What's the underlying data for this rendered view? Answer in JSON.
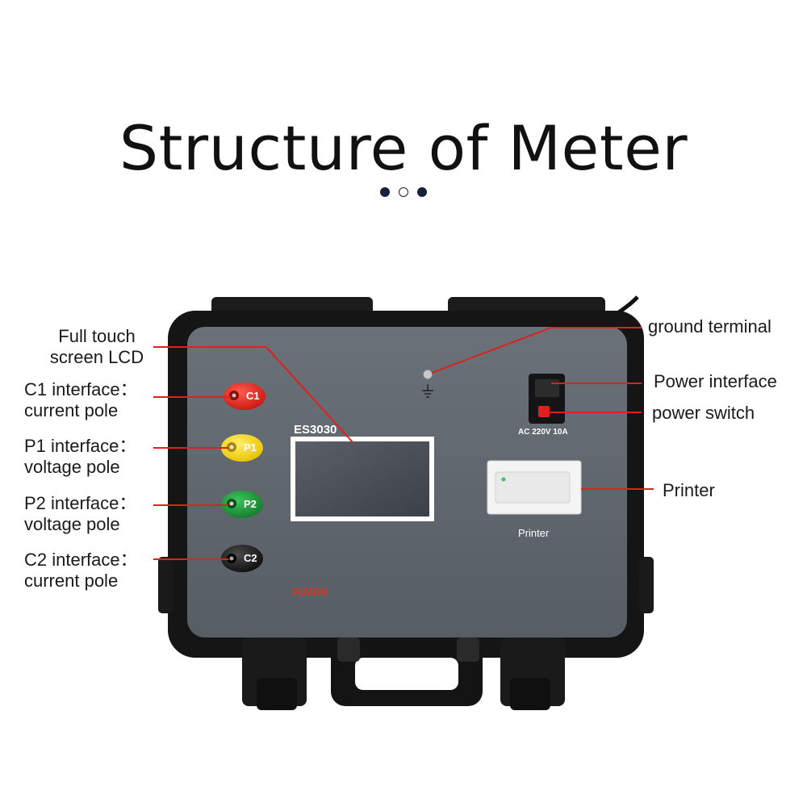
{
  "title": "Structure of Meter",
  "carousel": {
    "dots": [
      "filled",
      "hollow",
      "filled"
    ],
    "active_index": 1
  },
  "device": {
    "model": "ES3030",
    "brand": "FUZRR",
    "power_rating": "AC 220V 10A",
    "printer_label": "Printer",
    "terminals": [
      {
        "label": "C1",
        "color": "#e0201a"
      },
      {
        "label": "P1",
        "color": "#f2d21b"
      },
      {
        "label": "P2",
        "color": "#1f9a3c"
      },
      {
        "label": "C2",
        "color": "#222222"
      }
    ]
  },
  "callouts": {
    "lcd": {
      "line1": "Full touch",
      "line2": "screen LCD"
    },
    "c1": {
      "line1": "C1 interface：",
      "line2": "current pole"
    },
    "p1": {
      "line1": "P1 interface：",
      "line2": "voltage pole"
    },
    "p2": {
      "line1": "P2 interface：",
      "line2": "voltage pole"
    },
    "c2": {
      "line1": "C2 interface：",
      "line2": "current pole"
    },
    "ground": "ground terminal",
    "power_interface": "Power interface",
    "power_switch": "power switch",
    "printer": "Printer"
  },
  "colors": {
    "leader": "#e0201a",
    "panel": "#5d646c",
    "case": "#151515",
    "title_dots": "#16223a"
  }
}
